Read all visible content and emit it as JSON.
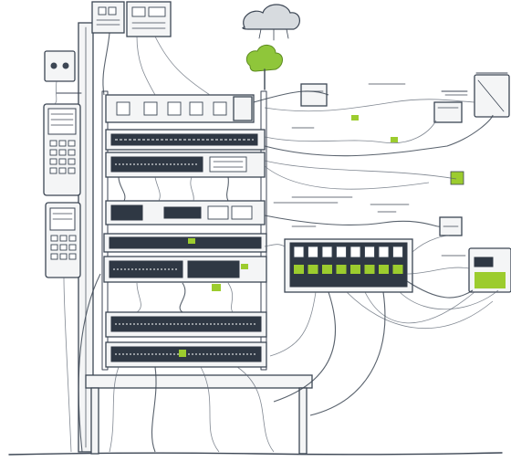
{
  "scene": {
    "colors": {
      "accent": "#9ccc2e",
      "ink": "#3c4654",
      "cloud": "#d7dbdf",
      "tree": "#8fc63a"
    },
    "icons": [
      "cloud-icon",
      "tree-icon"
    ],
    "devices": [
      "wall-power-outlet",
      "top-junction-box",
      "telephone-unit-upper",
      "telephone-unit-lower",
      "patch-panel",
      "router-1u",
      "server-1u",
      "switch-1u",
      "network-switch-green-ports",
      "server-lower-1",
      "server-lower-2",
      "remote-terminal-box",
      "green-status-module",
      "small-router-right",
      "wall-jack-right"
    ]
  }
}
